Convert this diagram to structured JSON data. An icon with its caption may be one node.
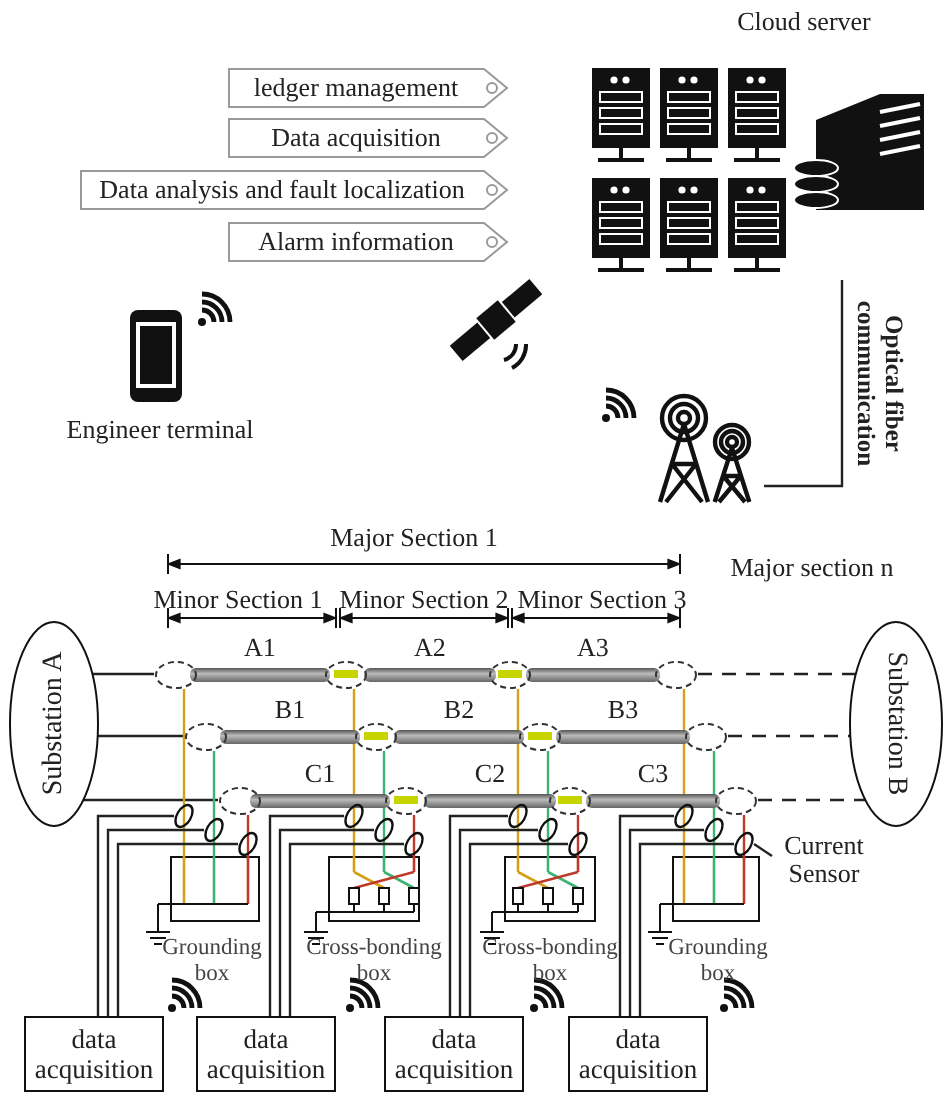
{
  "diagram": {
    "nodes": [
      {
        "text": [
          "ledger management"
        ]
      },
      {
        "text": [
          "Data acquisition"
        ]
      },
      {
        "text": [
          "Data analysis and fault localization"
        ]
      },
      {
        "text": [
          "Alarm information"
        ]
      },
      {
        "text": [
          "Cloud server"
        ]
      },
      {
        "text": [],
        "shape": "picture"
      },
      {
        "text": [
          "Substation A"
        ]
      },
      {
        "text": [
          "Substation B"
        ]
      },
      {
        "text": [
          "A1"
        ]
      },
      {
        "text": [
          "A2"
        ]
      },
      {
        "text": [
          "A3"
        ]
      },
      {
        "text": [
          "B1"
        ]
      },
      {
        "text": [
          "B2"
        ]
      },
      {
        "text": [
          "B3"
        ]
      },
      {
        "text": [
          "C1"
        ]
      },
      {
        "text": [
          "C2"
        ]
      },
      {
        "text": [
          "C3"
        ]
      },
      {
        "text": [
          "Grounding box"
        ]
      },
      {
        "text": [
          "Cross-bonding box"
        ]
      },
      {
        "text": [
          "Cross-bonding box"
        ]
      },
      {
        "text": [
          "Grounding box"
        ]
      },
      {
        "text": [
          "data acquisition"
        ]
      },
      {
        "text": [
          "data acquisition"
        ]
      },
      {
        "text": [
          "data acquisition"
        ]
      },
      {
        "text": [
          "data acquisition"
        ]
      },
      {
        "text": [
          "Current Sensor"
        ]
      },
      {
        "text": [],
        "shape": "ellipse"
      },
      {
        "text": [],
        "shape": "ellipse"
      },
      {
        "text": [],
        "shape": "ellipse"
      },
      {
        "text": [],
        "shape": "ellipse"
      },
      {
        "text": [],
        "shape": "ellipse"
      },
      {
        "text": [],
        "shape": "ellipse"
      },
      {
        "text": [],
        "shape": "ellipse"
      },
      {
        "text": [],
        "shape": "ellipse"
      },
      {
        "text": [],
        "shape": "ellipse"
      },
      {
        "text": [],
        "shape": "ellipse"
      },
      {
        "text": [],
        "shape": "ellipse"
      },
      {
        "text": [],
        "shape": "ellipse"
      },
      {
        "text": [],
        "shape": "ring"
      },
      {
        "text": [],
        "shape": "ring"
      },
      {
        "text": [],
        "shape": "ring"
      },
      {
        "text": [],
        "shape": "ring"
      },
      {
        "text": [],
        "shape": "ring"
      },
      {
        "text": [],
        "shape": "ring"
      },
      {
        "text": [],
        "shape": "ring"
      },
      {
        "text": [],
        "shape": "ring"
      },
      {
        "text": [],
        "shape": "ring"
      },
      {
        "text": [],
        "shape": "ring"
      },
      {
        "text": [],
        "shape": "ring"
      },
      {
        "text": [],
        "shape": "ring"
      }
    ],
    "edges": [
      {
        "from": 4,
        "to": 5,
        "arrow": "none",
        "label": "Optical fiber communication"
      },
      {
        "from": 6,
        "to": 26,
        "arrow": "none"
      },
      {
        "from": 6,
        "to": 30,
        "arrow": "none"
      },
      {
        "from": 6,
        "to": 34,
        "arrow": "none"
      },
      {
        "from": 29,
        "to": 7,
        "arrow": "none",
        "style": "dashed"
      },
      {
        "from": 33,
        "to": 7,
        "arrow": "none",
        "style": "dashed"
      },
      {
        "from": 37,
        "to": 7,
        "arrow": "none",
        "style": "dashed"
      },
      {
        "from": 25,
        "to": 49,
        "arrow": "none"
      },
      {
        "from": 26,
        "to": 17,
        "arrow": "none",
        "color": "#d4a017"
      },
      {
        "from": 30,
        "to": 17,
        "arrow": "none",
        "color": "#3cb371"
      },
      {
        "from": 34,
        "to": 17,
        "arrow": "none",
        "color": "#c0392b"
      },
      {
        "from": 27,
        "to": 18,
        "arrow": "none",
        "color": "#d4a017"
      },
      {
        "from": 31,
        "to": 18,
        "arrow": "none",
        "color": "#3cb371"
      },
      {
        "from": 35,
        "to": 18,
        "arrow": "none",
        "color": "#c0392b"
      },
      {
        "from": 28,
        "to": 19,
        "arrow": "none",
        "color": "#d4a017"
      },
      {
        "from": 32,
        "to": 19,
        "arrow": "none",
        "color": "#3cb371"
      },
      {
        "from": 36,
        "to": 19,
        "arrow": "none",
        "color": "#c0392b"
      },
      {
        "from": 29,
        "to": 20,
        "arrow": "none",
        "color": "#d4a017"
      },
      {
        "from": 33,
        "to": 20,
        "arrow": "none",
        "color": "#3cb371"
      },
      {
        "from": 37,
        "to": 20,
        "arrow": "none",
        "color": "#c0392b"
      },
      {
        "from": 38,
        "to": 21,
        "arrow": "none"
      },
      {
        "from": 39,
        "to": 21,
        "arrow": "none"
      },
      {
        "from": 40,
        "to": 21,
        "arrow": "none"
      },
      {
        "from": 41,
        "to": 22,
        "arrow": "none"
      },
      {
        "from": 42,
        "to": 22,
        "arrow": "none"
      },
      {
        "from": 43,
        "to": 22,
        "arrow": "none"
      },
      {
        "from": 44,
        "to": 23,
        "arrow": "none"
      },
      {
        "from": 45,
        "to": 23,
        "arrow": "none"
      },
      {
        "from": 46,
        "to": 23,
        "arrow": "none"
      },
      {
        "from": 47,
        "to": 24,
        "arrow": "none"
      },
      {
        "from": 48,
        "to": 24,
        "arrow": "none"
      },
      {
        "from": 49,
        "to": 24,
        "arrow": "none"
      }
    ],
    "labels": [
      "Engineer terminal",
      "Major Section 1",
      "Major section n",
      "Minor Section 1",
      "Minor Section 2",
      "Minor Section 3"
    ]
  }
}
